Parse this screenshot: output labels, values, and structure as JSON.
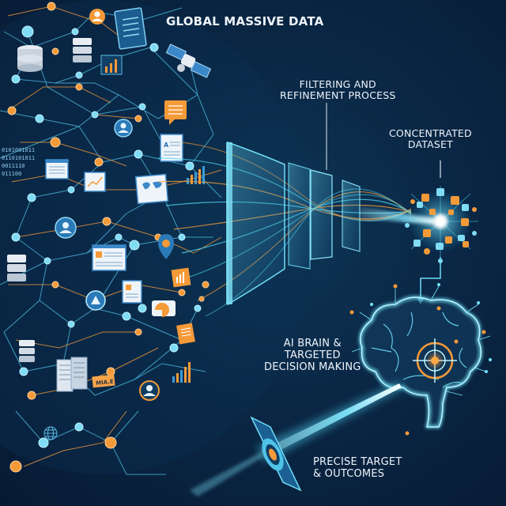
{
  "infographic": {
    "title": "GLOBAL MASSIVE DATA",
    "stages": [
      {
        "id": "filtering",
        "label_lines": [
          "FILTERING AND",
          "REFINEMENT PROCESS"
        ]
      },
      {
        "id": "concentrated",
        "label_lines": [
          "CONCENTRATED",
          "DATASET"
        ]
      },
      {
        "id": "brain",
        "label_lines": [
          "AI BRAIN &",
          "TARGETED",
          "DECISION MAKING"
        ]
      },
      {
        "id": "target",
        "label_lines": [
          "PRECISE TARGET",
          "& OUTCOMES"
        ]
      }
    ],
    "network_tags": {
      "binary_rows": [
        "0101001011",
        "0110101011",
        "0011110",
        "011100"
      ],
      "tag_text": "MIA.E"
    },
    "icons": [
      "database-icon",
      "server-icon",
      "satellite-icon",
      "user-profile-icon",
      "document-icon",
      "bar-chart-icon",
      "world-map-icon",
      "chat-bubble-icon",
      "location-pin-icon",
      "globe-icon",
      "brain-icon",
      "crosshair-icon",
      "bullseye-target-icon"
    ]
  },
  "colors": {
    "background": "#0a2745",
    "background_edge": "#071a33",
    "cyan_accent": "#4fd3f0",
    "orange_accent": "#f39a3a",
    "node_light": "#8fe3f7",
    "text": "#eef4fa"
  }
}
